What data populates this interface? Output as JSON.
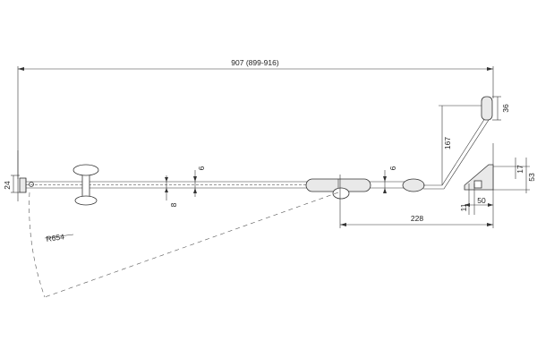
{
  "drawing": {
    "dimensions": {
      "overall_width": "907 (899-916)",
      "wall_profile_height": "24",
      "swing_radius": "R654",
      "knob_offset": "8",
      "glass_thickness_left": "6",
      "glass_thickness_right": "6",
      "hinge_distance": "228",
      "strut_height": "167",
      "top_fitting_height": "36",
      "bracket_height_small": "17",
      "bracket_height_total": "53",
      "bracket_depth": "11",
      "bracket_width": "50"
    },
    "colors": {
      "line": "#333333",
      "dash": "#555555",
      "part_fill": "#e9e9e9",
      "background": "#ffffff"
    }
  }
}
